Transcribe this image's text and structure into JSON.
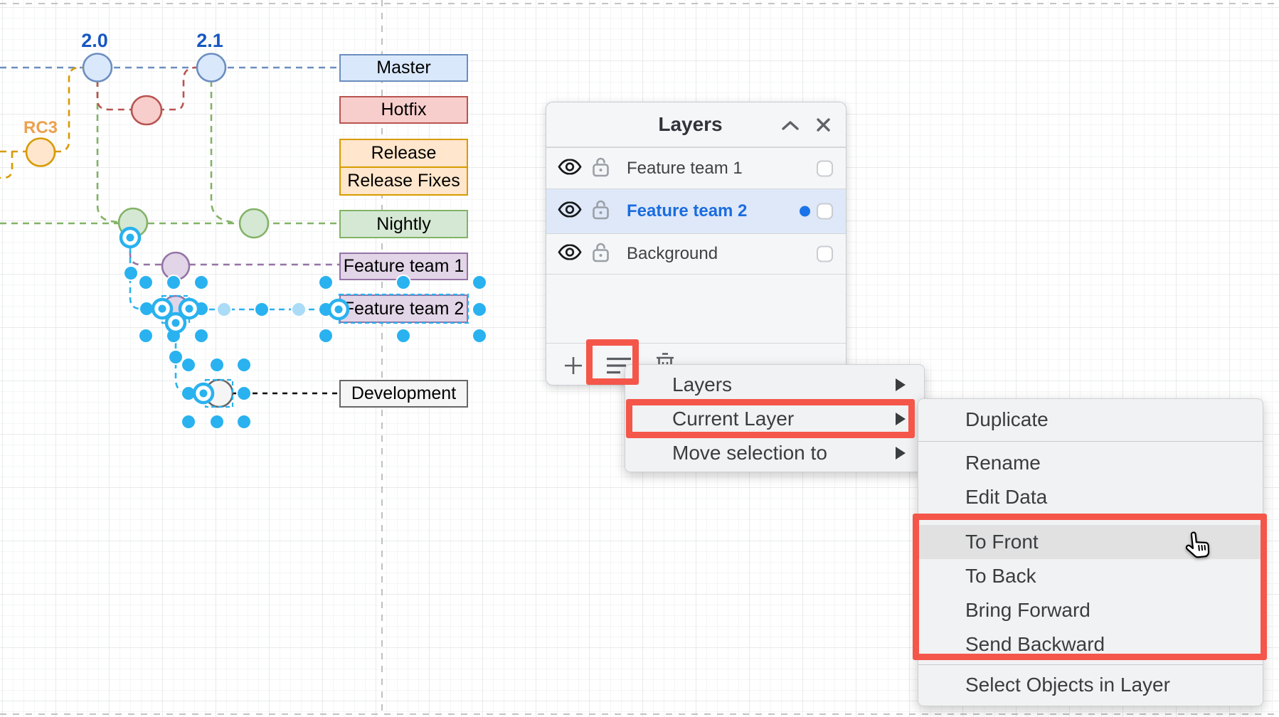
{
  "canvas": {
    "tags": [
      {
        "text": "2.0"
      },
      {
        "text": "2.1"
      },
      {
        "text": "RC3"
      }
    ],
    "lanes": [
      {
        "label": "Master"
      },
      {
        "label": "Hotfix"
      },
      {
        "label": "Release"
      },
      {
        "label": "Release Fixes"
      },
      {
        "label": "Nightly"
      },
      {
        "label": "Feature team 1"
      },
      {
        "label": "Feature team 2"
      },
      {
        "label": "Development"
      }
    ]
  },
  "layers_panel": {
    "title": "Layers",
    "rows": [
      {
        "name": "Feature team 1",
        "visible": true,
        "locked": false,
        "selected": false
      },
      {
        "name": "Feature team 2",
        "visible": true,
        "locked": false,
        "selected": true
      },
      {
        "name": "Background",
        "visible": true,
        "locked": false,
        "selected": false
      }
    ]
  },
  "layers_menu": {
    "items": [
      {
        "label": "Layers",
        "has_submenu": true
      },
      {
        "label": "Current Layer",
        "has_submenu": true,
        "highlighted": true
      },
      {
        "label": "Move selection to",
        "has_submenu": true
      }
    ]
  },
  "submenu": {
    "items": [
      {
        "label": "Duplicate"
      },
      {
        "label": "Rename"
      },
      {
        "label": "Edit Data"
      },
      {
        "label": "To Front",
        "hovered": true
      },
      {
        "label": "To Back"
      },
      {
        "label": "Bring Forward"
      },
      {
        "label": "Send Backward"
      },
      {
        "label": "Select Objects in Layer"
      }
    ]
  },
  "icons": {
    "eye": "visibility",
    "lock": "unlocked-padlock",
    "plus": "+",
    "menu": "hamburger-lines",
    "trash": "delete",
    "collapse": "chevron-up",
    "close": "×",
    "submenu_arrow": "▶",
    "cursor": "hand-pointer"
  },
  "colors": {
    "highlight_red": "#f4564a",
    "selection_cyan": "#29b2ef",
    "selected_layer_blue": "#1a73e8",
    "master": {
      "fill": "#dae8fc",
      "stroke": "#6c8ebf"
    },
    "hotfix": {
      "fill": "#f8cecc",
      "stroke": "#b85450"
    },
    "release": {
      "fill": "#ffe6cc",
      "stroke": "#d79b00"
    },
    "nightly": {
      "fill": "#d5e8d4",
      "stroke": "#82b366"
    },
    "feature": {
      "fill": "#e1d5e7",
      "stroke": "#9673a6"
    },
    "development": {
      "fill": "#f5f5f5",
      "stroke": "#666666"
    }
  }
}
